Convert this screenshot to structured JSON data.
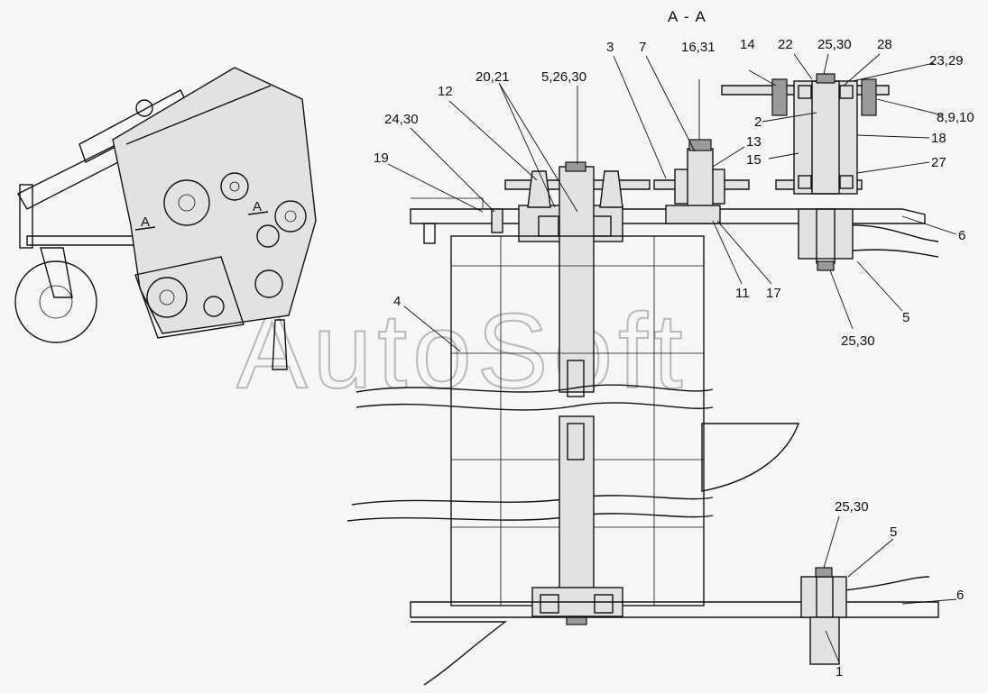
{
  "section_title": "А - А",
  "watermark": "AutoSoft",
  "view_marker": "А",
  "callouts": [
    {
      "id": "c1",
      "text": "1"
    },
    {
      "id": "c2",
      "text": "2"
    },
    {
      "id": "c3",
      "text": "3"
    },
    {
      "id": "c4",
      "text": "4"
    },
    {
      "id": "c5a",
      "text": "5"
    },
    {
      "id": "c5b",
      "text": "5"
    },
    {
      "id": "c5_26_30",
      "text": "5,26,30"
    },
    {
      "id": "c6a",
      "text": "6"
    },
    {
      "id": "c6b",
      "text": "6"
    },
    {
      "id": "c7",
      "text": "7"
    },
    {
      "id": "c8_9_10",
      "text": "8,9,10"
    },
    {
      "id": "c11",
      "text": "11"
    },
    {
      "id": "c12",
      "text": "12"
    },
    {
      "id": "c13",
      "text": "13"
    },
    {
      "id": "c14",
      "text": "14"
    },
    {
      "id": "c15",
      "text": "15"
    },
    {
      "id": "c16_31",
      "text": "16,31"
    },
    {
      "id": "c17",
      "text": "17"
    },
    {
      "id": "c18",
      "text": "18"
    },
    {
      "id": "c19",
      "text": "19"
    },
    {
      "id": "c20_21",
      "text": "20,21"
    },
    {
      "id": "c22",
      "text": "22"
    },
    {
      "id": "c23_29",
      "text": "23,29"
    },
    {
      "id": "c24_30",
      "text": "24,30"
    },
    {
      "id": "c25_30a",
      "text": "25,30"
    },
    {
      "id": "c25_30b",
      "text": "25,30"
    },
    {
      "id": "c25_30c",
      "text": "25,30"
    },
    {
      "id": "c27",
      "text": "27"
    },
    {
      "id": "c28",
      "text": "28"
    }
  ]
}
